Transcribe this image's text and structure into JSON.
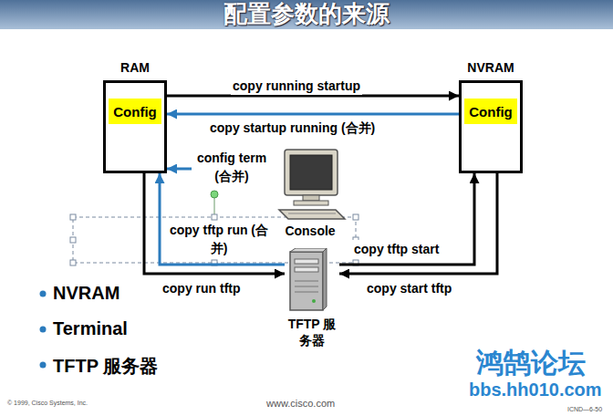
{
  "diagram": {
    "title": "配置参数的来源",
    "nodes": [
      {
        "text": [
          "RAM"
        ]
      },
      {
        "text": [
          "Config"
        ],
        "in": 0
      },
      {
        "text": [
          "NVRAM"
        ]
      },
      {
        "text": [
          "Config"
        ],
        "in": 2
      },
      {
        "text": [
          "Console"
        ]
      },
      {
        "text": [
          "TFTP 服务器"
        ]
      }
    ],
    "edges": [
      {
        "from": 0,
        "to": 2,
        "arrow": "to",
        "label": "copy running startup"
      },
      {
        "from": 2,
        "to": 0,
        "arrow": "to",
        "label": "copy startup running (合并)"
      },
      {
        "from": 4,
        "to": 0,
        "arrow": "to",
        "label": "config term (合并)"
      },
      {
        "from": 5,
        "to": 0,
        "arrow": "to",
        "label": "copy tftp run (合并)"
      },
      {
        "from": 0,
        "to": 5,
        "arrow": "to",
        "label": "copy run tftp"
      },
      {
        "from": 5,
        "to": 2,
        "arrow": "to",
        "label": "copy tftp start"
      },
      {
        "from": 2,
        "to": 5,
        "arrow": "to",
        "label": "copy start tftp"
      }
    ],
    "labels": [
      "NVRAM",
      "Terminal",
      "TFTP 服务器",
      "© 1999, Cisco Systems, Inc.",
      "www.cisco.com",
      "ICND—6-50",
      "鸿鹄论坛",
      "bbs.hh010.com"
    ]
  }
}
